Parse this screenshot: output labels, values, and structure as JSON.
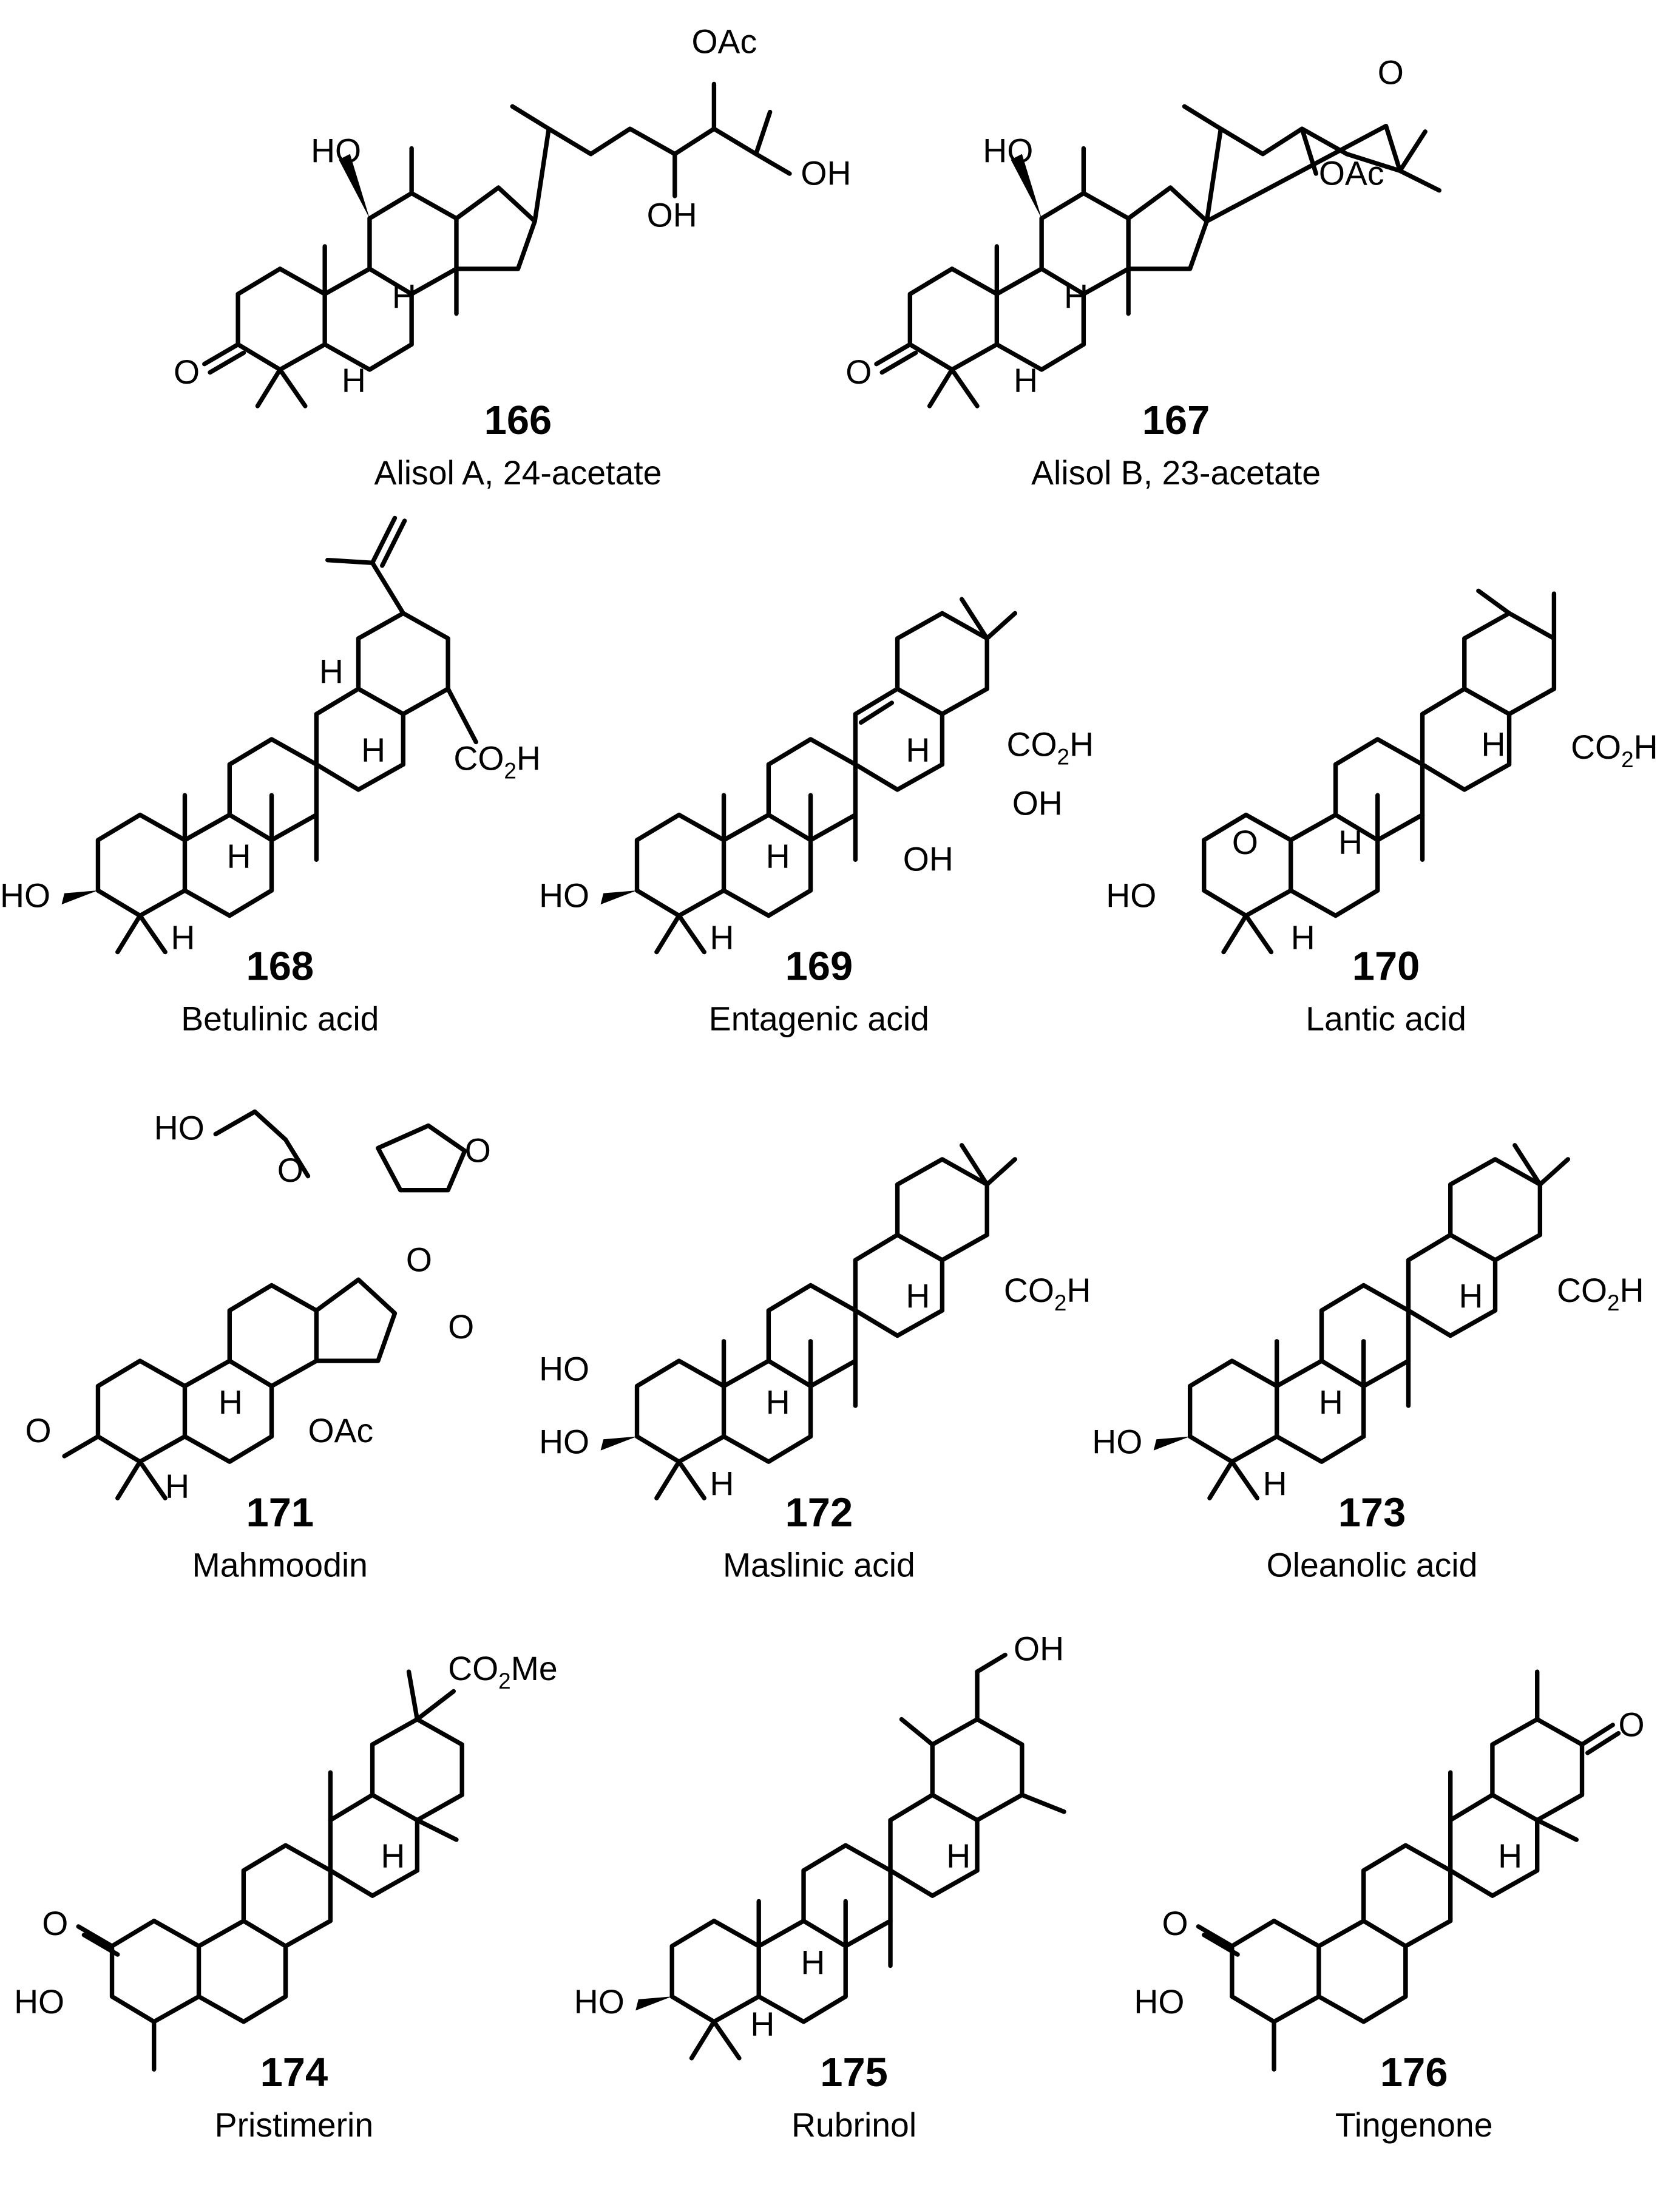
{
  "compounds": [
    {
      "id": "166",
      "name": "Alisol A, 24-acetate"
    },
    {
      "id": "167",
      "name": "Alisol B, 23-acetate"
    },
    {
      "id": "168",
      "name": "Betulinic acid"
    },
    {
      "id": "169",
      "name": "Entagenic acid"
    },
    {
      "id": "170",
      "name": "Lantic acid"
    },
    {
      "id": "171",
      "name": "Mahmoodin"
    },
    {
      "id": "172",
      "name": "Maslinic acid"
    },
    {
      "id": "173",
      "name": "Oleanolic acid"
    },
    {
      "id": "174",
      "name": "Pristimerin"
    },
    {
      "id": "175",
      "name": "Rubrinol"
    },
    {
      "id": "176",
      "name": "Tingenone"
    }
  ],
  "atom_labels": {
    "ho": "HO",
    "oh": "OH",
    "h": "H",
    "o": "O",
    "oac": "OAc",
    "co2h": "CO2H",
    "co2me": "CO2Me"
  }
}
